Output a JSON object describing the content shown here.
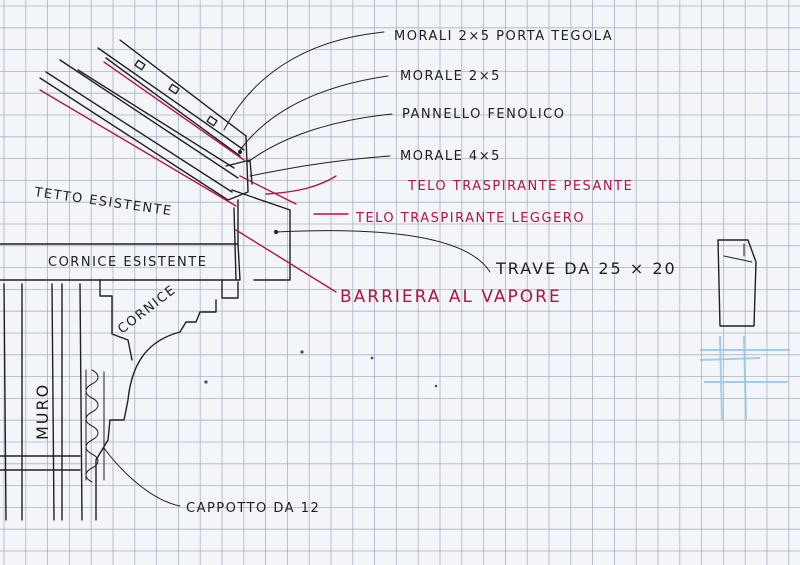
{
  "labels": {
    "morali_porta_tegola": "MORALI      2×5    PORTA  TEGOLA",
    "morale_2x5": "MORALE      2×5",
    "pannello_fenolico": "PANNELLO  FENOLICO",
    "morale_4x5": "MORALE   4×5",
    "telo_traspirante_pesante": "TELO   TRASPIRANTE     PESANTE",
    "telo_traspirante_leggero": "TELO   TRASPIRANTE     LEGGERO",
    "trave_da": "TRAVE  DA   25 × 20",
    "barriera_vapore": "BARRIERA  AL  VAPORE",
    "tetto_esistente": "TETTO  ESISTENTE",
    "cornice_esistente": "CORNICE  ESISTENTE",
    "cornice": "CORNICE",
    "muro": "MURO",
    "cappotto": "CAPPOTTO   DA   12"
  },
  "colors": {
    "ink": "#1f1f24",
    "red_ink": "#b0134a",
    "grid": "#a9b3c6",
    "paper": "#f4f5f8",
    "blue_pencil": "#8fc3e8"
  }
}
